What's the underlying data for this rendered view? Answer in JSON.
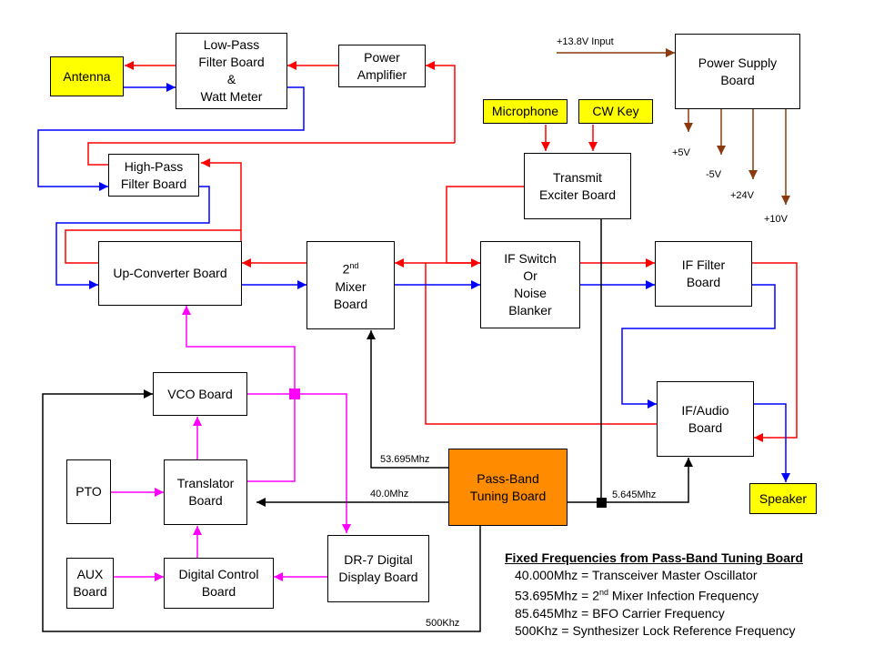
{
  "boxes": {
    "antenna": "Antenna",
    "lowpass": "Low-Pass\nFilter Board\n&\nWatt Meter",
    "power_amp": "Power\nAmplifier",
    "power_supply": "Power Supply\nBoard",
    "microphone": "Microphone",
    "cw_key": "CW Key",
    "highpass": "High-Pass\nFilter Board",
    "transmit_exciter": "Transmit\nExciter Board",
    "upconverter": "Up-Converter Board",
    "mixer_num": "2",
    "mixer_sup": "nd",
    "mixer_rest": "Mixer\nBoard",
    "if_switch": "IF Switch\nOr\nNoise\nBlanker",
    "if_filter": "IF Filter\nBoard",
    "vco": "VCO Board",
    "if_audio": "IF/Audio\nBoard",
    "pto": "PTO",
    "translator": "Translator\nBoard",
    "passband": "Pass-Band\nTuning Board",
    "speaker": "Speaker",
    "aux": "AUX\nBoard",
    "digital_control": "Digital Control\nBoard",
    "dr7": "DR-7 Digital\nDisplay Board"
  },
  "labels": {
    "input_13v8": "+13.8V Input",
    "v5p": "+5V",
    "v5n": "-5V",
    "v24": "+24V",
    "v10": "+10V",
    "f53": "53.695Mhz",
    "f40": "40.0Mhz",
    "f5645": "5.645Mhz",
    "f500": "500Khz"
  },
  "legend": {
    "title": "Fixed Frequencies from Pass-Band Tuning Board",
    "line1": "40.000Mhz = Transceiver Master Oscillator",
    "line2_pre": "53.695Mhz = 2",
    "line2_sup": "nd",
    "line2_post": " Mixer Infection Frequency",
    "line3": "85.645Mhz = BFO Carrier Frequency",
    "line4": "500Khz = Synthesizer Lock Reference Frequency"
  },
  "colors": {
    "receive_path": "#0000ff",
    "transmit_path": "#ff0000",
    "synth_path": "#ff00ff",
    "power_lines": "#8b3a0f",
    "control_lines": "#000000",
    "io_highlight": "#ffff00",
    "passband_highlight": "#ff8c00"
  }
}
